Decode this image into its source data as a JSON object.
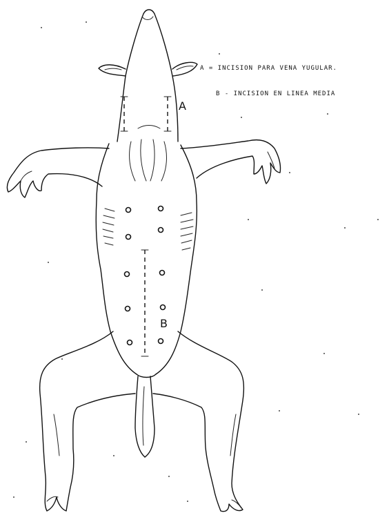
{
  "legend": {
    "line_a": "A = INCISION PARA VENA YUGULAR.",
    "line_b": "B - INCISION EN LINEA MEDIA"
  },
  "markers": {
    "a": "A",
    "b": "B"
  },
  "colors": {
    "ink": "#111111",
    "paper": "#ffffff"
  }
}
